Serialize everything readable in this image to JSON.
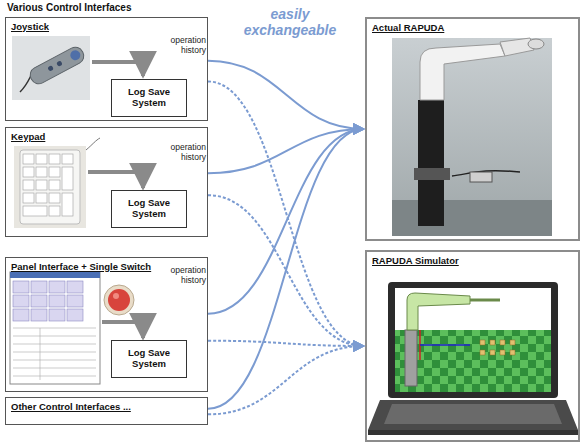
{
  "diagram": {
    "title": "Various Control Interfaces",
    "nodes": [
      {
        "text": [
          "Joystick"
        ]
      },
      {
        "text": [
          "Log Save System"
        ],
        "in": 0
      },
      {
        "text": [
          "Keypad"
        ]
      },
      {
        "text": [
          "Log Save System"
        ],
        "in": 2
      },
      {
        "text": [
          "Panel Interface + Single Switch"
        ]
      },
      {
        "text": [
          "Log Save System"
        ],
        "in": 4
      },
      {
        "text": [
          "Other Control Interfaces ..."
        ]
      },
      {
        "text": [
          "Actual RAPUDA"
        ]
      },
      {
        "text": [
          "RAPUDA Simulator"
        ]
      }
    ],
    "edges": [
      {
        "from": 0,
        "to": 7,
        "arrow": "to"
      },
      {
        "from": 0,
        "to": 8,
        "arrow": "to"
      },
      {
        "from": 2,
        "to": 7,
        "arrow": "to"
      },
      {
        "from": 2,
        "to": 8,
        "arrow": "to"
      },
      {
        "from": 4,
        "to": 7,
        "arrow": "to"
      },
      {
        "from": 4,
        "to": 8,
        "arrow": "to"
      },
      {
        "from": 6,
        "to": 7,
        "arrow": "to"
      },
      {
        "from": 6,
        "to": 8,
        "arrow": "to"
      }
    ],
    "labels": [
      "easily exchangeable",
      "operation history",
      "operation history",
      "operation history"
    ]
  }
}
